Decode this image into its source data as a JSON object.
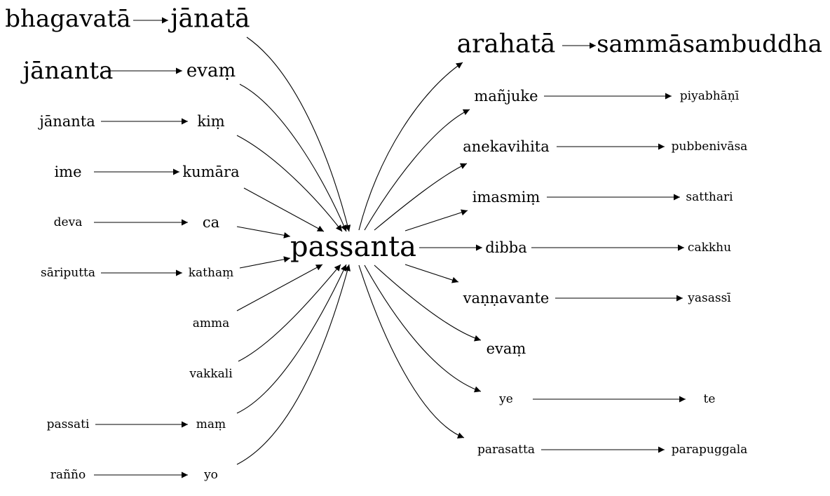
{
  "graph": {
    "center": "passanta",
    "nodes": {
      "bhagavata": "bhagavatā",
      "janata": "jānatā",
      "jananta1": "jānanta",
      "evam1": "evaṃ",
      "jananta2": "jānanta",
      "kim": "kiṃ",
      "ime": "ime",
      "kumara": "kumāra",
      "deva": "deva",
      "ca": "ca",
      "sariputta": "sāriputta",
      "katham": "kathaṃ",
      "amma": "amma",
      "vakkali": "vakkali",
      "passati": "passati",
      "mam": "maṃ",
      "ranno": "raññо",
      "yo": "yo",
      "passanta": "passanta",
      "arahata": "arahatā",
      "sammasambuddha": "sammāsambuddha",
      "manjuke": "mañjuke",
      "piyabhani": "piyabhāṇī",
      "anekavihita": "anekavihita",
      "pubbenivasa": "pubbenivāsa",
      "imasmim": "imasmiṃ",
      "satthari": "satthari",
      "dibba": "dibba",
      "cakkhu": "cakkhu",
      "vannavante": "vaṇṇavante",
      "yasassi": "yasassī",
      "evam2": "evaṃ",
      "ye": "ye",
      "te": "te",
      "parasatta": "parasatta",
      "parapuggala": "parapuggala"
    },
    "edges": [
      [
        "bhagavata",
        "janata"
      ],
      [
        "janata",
        "passanta"
      ],
      [
        "jananta1",
        "evam1"
      ],
      [
        "evam1",
        "passanta"
      ],
      [
        "jananta2",
        "kim"
      ],
      [
        "kim",
        "passanta"
      ],
      [
        "ime",
        "kumara"
      ],
      [
        "kumara",
        "passanta"
      ],
      [
        "deva",
        "ca"
      ],
      [
        "ca",
        "passanta"
      ],
      [
        "sariputta",
        "katham"
      ],
      [
        "katham",
        "passanta"
      ],
      [
        "amma",
        "passanta"
      ],
      [
        "vakkali",
        "passanta"
      ],
      [
        "passati",
        "mam"
      ],
      [
        "mam",
        "passanta"
      ],
      [
        "ranno",
        "yo"
      ],
      [
        "yo",
        "passanta"
      ],
      [
        "passanta",
        "arahata"
      ],
      [
        "arahata",
        "sammasambuddha"
      ],
      [
        "passanta",
        "manjuke"
      ],
      [
        "manjuke",
        "piyabhani"
      ],
      [
        "passanta",
        "anekavihita"
      ],
      [
        "anekavihita",
        "pubbenivasa"
      ],
      [
        "passanta",
        "imasmim"
      ],
      [
        "imasmim",
        "satthari"
      ],
      [
        "passanta",
        "dibba"
      ],
      [
        "dibba",
        "cakkhu"
      ],
      [
        "passanta",
        "vannavante"
      ],
      [
        "vannavante",
        "yasassi"
      ],
      [
        "passanta",
        "evam2"
      ],
      [
        "passanta",
        "ye"
      ],
      [
        "ye",
        "te"
      ],
      [
        "passanta",
        "parasatta"
      ],
      [
        "parasatta",
        "parapuggala"
      ]
    ]
  }
}
